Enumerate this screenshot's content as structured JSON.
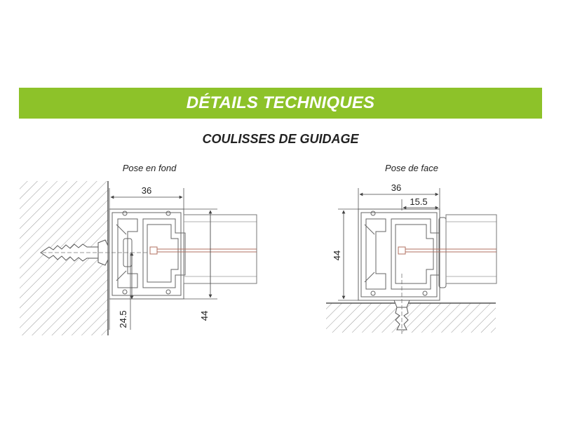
{
  "header": {
    "title": "DÉTAILS TECHNIQUES"
  },
  "section": {
    "subtitle": "COULISSES DE GUIDAGE"
  },
  "figures": {
    "left": {
      "label": "Pose en fond",
      "dimensions": {
        "width": "36",
        "height_small": "24.5",
        "height": "44"
      }
    },
    "right": {
      "label": "Pose de face",
      "dimensions": {
        "width": "36",
        "inner": "15.5",
        "height": "44"
      }
    }
  },
  "colors": {
    "banner": "#8dc229",
    "line": "#555555",
    "cable": "#b07060"
  }
}
